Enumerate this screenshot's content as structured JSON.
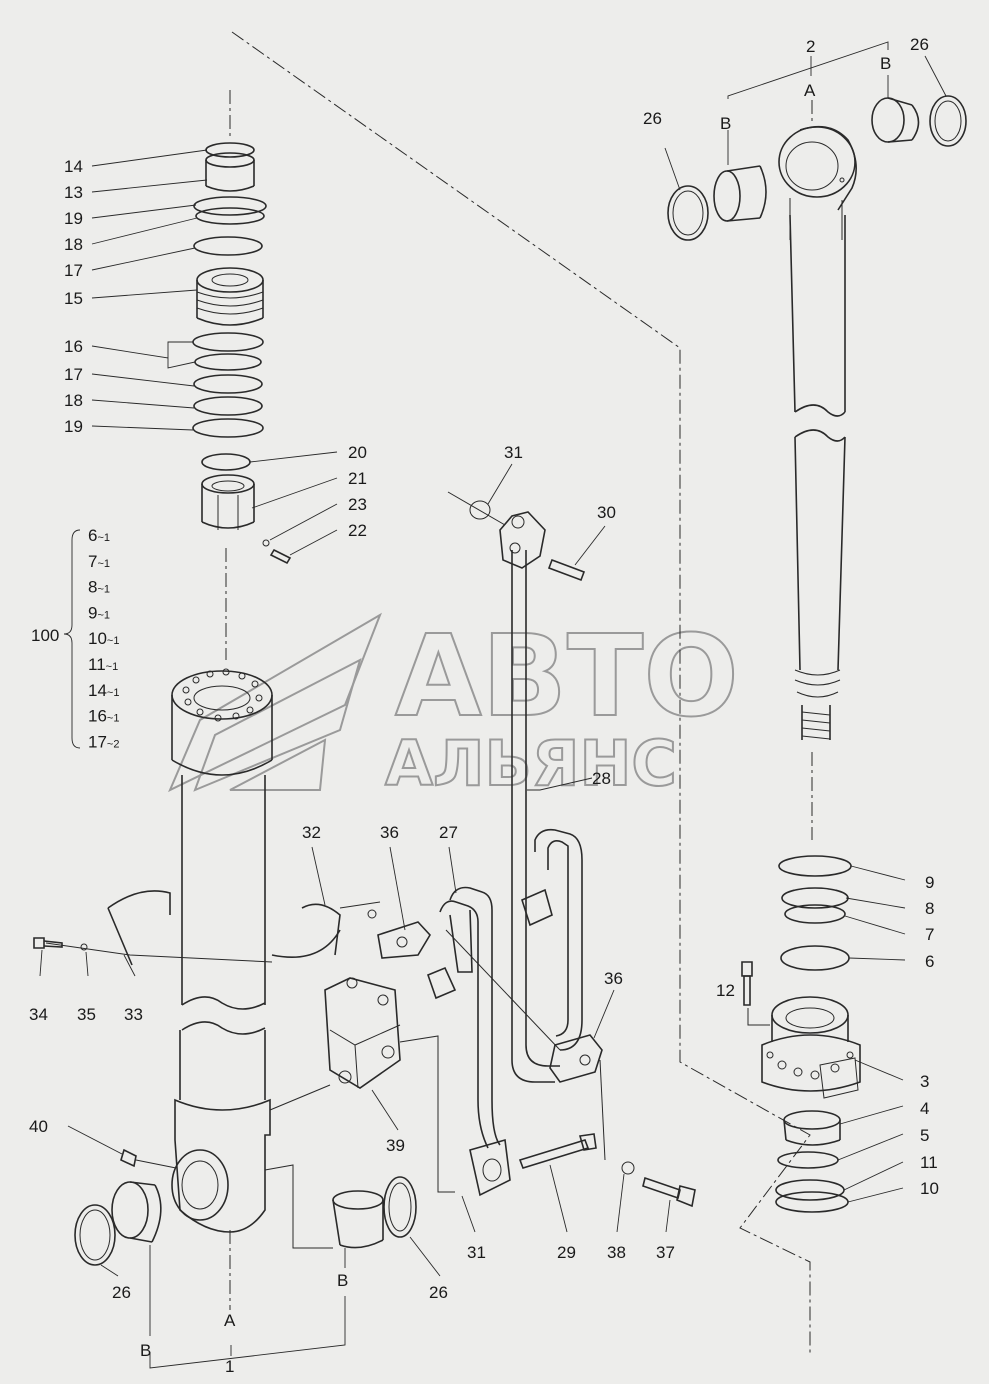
{
  "watermark": {
    "line1": "АВТО",
    "line2": "АЛЬЯНС"
  },
  "assembly_labels": {
    "one": "1",
    "two": "2",
    "a_bottom": "A",
    "b_bottom_left": "B",
    "b_bottom_right": "B",
    "a_top": "A",
    "b_top_left": "B",
    "b_top_right": "B"
  },
  "group": {
    "number": "100",
    "items": [
      {
        "no": "6",
        "qty": "~1"
      },
      {
        "no": "7",
        "qty": "~1"
      },
      {
        "no": "8",
        "qty": "~1"
      },
      {
        "no": "9",
        "qty": "~1"
      },
      {
        "no": "10",
        "qty": "~1"
      },
      {
        "no": "11",
        "qty": "~1"
      },
      {
        "no": "14",
        "qty": "~1"
      },
      {
        "no": "16",
        "qty": "~1"
      },
      {
        "no": "17",
        "qty": "~2"
      }
    ]
  },
  "callouts": [
    "14",
    "13",
    "19",
    "18",
    "17",
    "15",
    "16",
    "17",
    "18",
    "19",
    "20",
    "21",
    "23",
    "22",
    "31",
    "30",
    "28",
    "32",
    "36",
    "27",
    "34",
    "35",
    "33",
    "40",
    "39",
    "26",
    "26",
    "31",
    "29",
    "38",
    "37",
    "36",
    "26",
    "26",
    "9",
    "8",
    "7",
    "6",
    "12",
    "3",
    "4",
    "5",
    "11",
    "10"
  ]
}
